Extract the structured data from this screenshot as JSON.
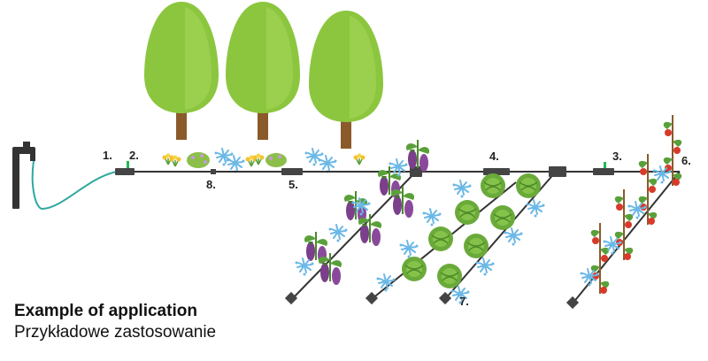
{
  "labels": [
    "1.",
    "2.",
    "3.",
    "4.",
    "5.",
    "6.",
    "7.",
    "8."
  ],
  "caption": {
    "title": "Example of application",
    "subtitle": "Przykładowe zastosowanie"
  },
  "colors": {
    "hose": "#2fa8a0",
    "pipe": "#333333",
    "fitting": "#444444",
    "tree": "#8cc63f",
    "trunk": "#8b5a2b",
    "eggplant": "#7b3f8c",
    "cabbage": "#6aaa3a",
    "tomato": "#d83a2a",
    "mist": "#6bb8e6",
    "accent": "#1db954"
  },
  "icons": [
    "water-tap-icon",
    "tree-icon",
    "eggplant-plant-icon",
    "cabbage-icon",
    "tomato-plant-icon",
    "water-spray-icon",
    "connector-icon",
    "end-cap-icon"
  ]
}
